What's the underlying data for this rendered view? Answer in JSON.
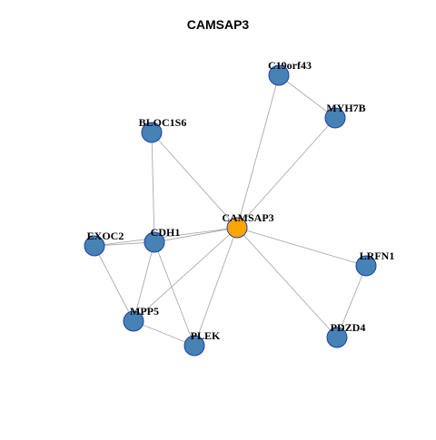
{
  "title": "CAMSAP3",
  "colors": {
    "center_fill": "#FFA500",
    "node_fill": "#4682B4",
    "node_stroke": "#1F3FA8",
    "edge": "#AAAAAA"
  },
  "graph": {
    "center": "CAMSAP3",
    "nodes": [
      {
        "id": "CAMSAP3",
        "label": "CAMSAP3",
        "center": true
      },
      {
        "id": "C19orf43",
        "label": "C19orf43"
      },
      {
        "id": "MYH7B",
        "label": "MYH7B"
      },
      {
        "id": "BLOC1S6",
        "label": "BLOC1S6"
      },
      {
        "id": "EXOC2",
        "label": "EXOC2"
      },
      {
        "id": "CDH1",
        "label": "CDH1"
      },
      {
        "id": "LRFN1",
        "label": "LRFN1"
      },
      {
        "id": "MPP5",
        "label": "MPP5"
      },
      {
        "id": "PLEK",
        "label": "PLEK"
      },
      {
        "id": "PDZD4",
        "label": "PDZD4"
      }
    ],
    "edges": [
      [
        "CAMSAP3",
        "C19orf43"
      ],
      [
        "CAMSAP3",
        "MYH7B"
      ],
      [
        "CAMSAP3",
        "BLOC1S6"
      ],
      [
        "CAMSAP3",
        "EXOC2"
      ],
      [
        "CAMSAP3",
        "CDH1"
      ],
      [
        "CAMSAP3",
        "LRFN1"
      ],
      [
        "CAMSAP3",
        "MPP5"
      ],
      [
        "CAMSAP3",
        "PLEK"
      ],
      [
        "CAMSAP3",
        "PDZD4"
      ],
      [
        "C19orf43",
        "MYH7B"
      ],
      [
        "BLOC1S6",
        "CDH1"
      ],
      [
        "EXOC2",
        "CDH1"
      ],
      [
        "EXOC2",
        "MPP5"
      ],
      [
        "CDH1",
        "MPP5"
      ],
      [
        "CDH1",
        "PLEK"
      ],
      [
        "MPP5",
        "PLEK"
      ],
      [
        "LRFN1",
        "PDZD4"
      ]
    ]
  }
}
